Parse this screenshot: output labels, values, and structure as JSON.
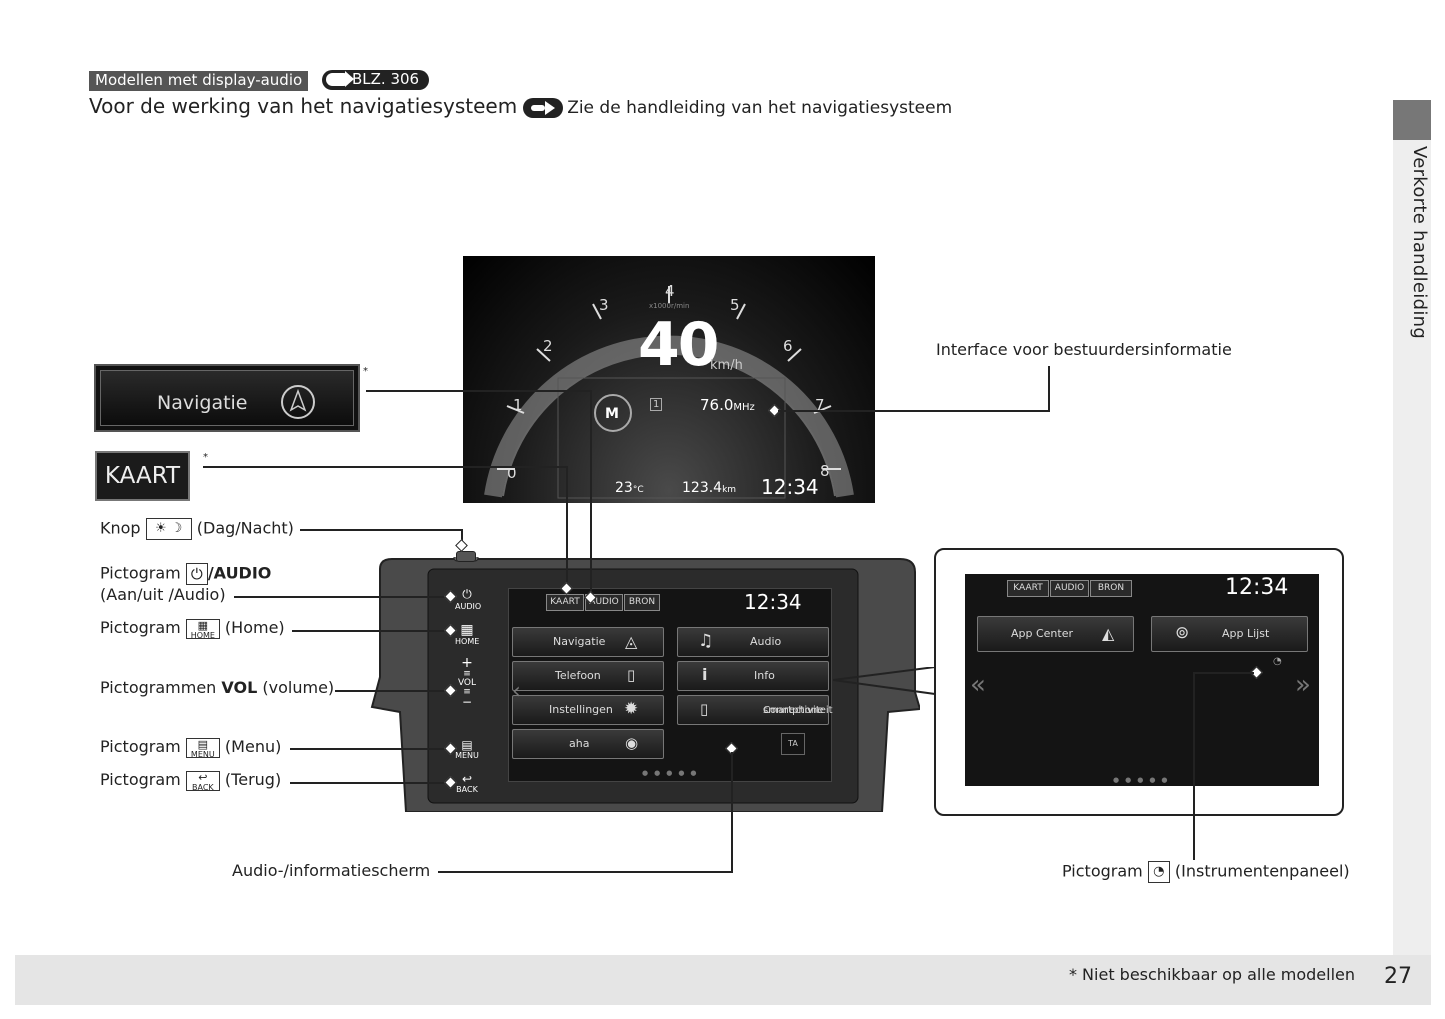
{
  "header": {
    "section_tag": "Modellen met display-audio",
    "ref_label": "BLZ. 306",
    "title": "Voor de werking van het navigatiesysteem",
    "title_note": "Zie de handleiding van het navigatiesysteem"
  },
  "sidebar": {
    "label": "Verkorte handleiding"
  },
  "footer": {
    "note": "* Niet beschikbaar op alle modellen",
    "page": "27"
  },
  "buttons": {
    "navigatie": "Navigatie",
    "kaart": "KAART",
    "asterisk": "*"
  },
  "cluster": {
    "speed": "40",
    "speed_unit": "km/h",
    "rpm_unit": "x1000r/min",
    "freq": "76.0",
    "freq_unit": "MHz",
    "band": "1",
    "temp": "23",
    "temp_unit": "°C",
    "odo": "123.4",
    "odo_unit": "km",
    "time": "12:34",
    "mode": "M",
    "ticks": [
      "0",
      "1",
      "2",
      "3",
      "4",
      "5",
      "6",
      "7",
      "8"
    ]
  },
  "callouts": {
    "driver_info": "Interface voor bestuurdersinformatie",
    "knop_prefix": "Knop",
    "knop_suffix": "(Dag/Nacht)",
    "power_prefix": "Pictogram",
    "power_bold": "/AUDIO",
    "power_line2": "(Aan/uit /Audio)",
    "home_prefix": "Pictogram",
    "home_suffix": "(Home)",
    "home_icon": "HOME",
    "vol_prefix": "Pictogrammen",
    "vol_bold": "VOL",
    "vol_suffix": "(volume)",
    "menu_prefix": "Pictogram",
    "menu_suffix": "(Menu)",
    "menu_icon": "MENU",
    "back_prefix": "Pictogram",
    "back_suffix": "(Terug)",
    "back_icon": "BACK",
    "screen_label": "Audio-/informatiescherm",
    "instr_prefix": "Pictogram",
    "instr_suffix": "(Instrumentenpaneel)"
  },
  "audio_screen": {
    "tabs": [
      "KAART",
      "AUDIO",
      "BRON"
    ],
    "time": "12:34",
    "menu": [
      "Navigatie",
      "Audio",
      "Telefoon",
      "Info",
      "Instellingen",
      "Connectiviteit",
      "smartphone",
      "aha",
      "TA"
    ],
    "side_labels": {
      "audio": "AUDIO",
      "home": "HOME",
      "vol": "VOL",
      "menu": "MENU",
      "back": "BACK"
    }
  },
  "app_screen": {
    "tabs": [
      "KAART",
      "AUDIO",
      "BRON"
    ],
    "time": "12:34",
    "buttons": [
      "App Center",
      "App Lijst"
    ]
  }
}
